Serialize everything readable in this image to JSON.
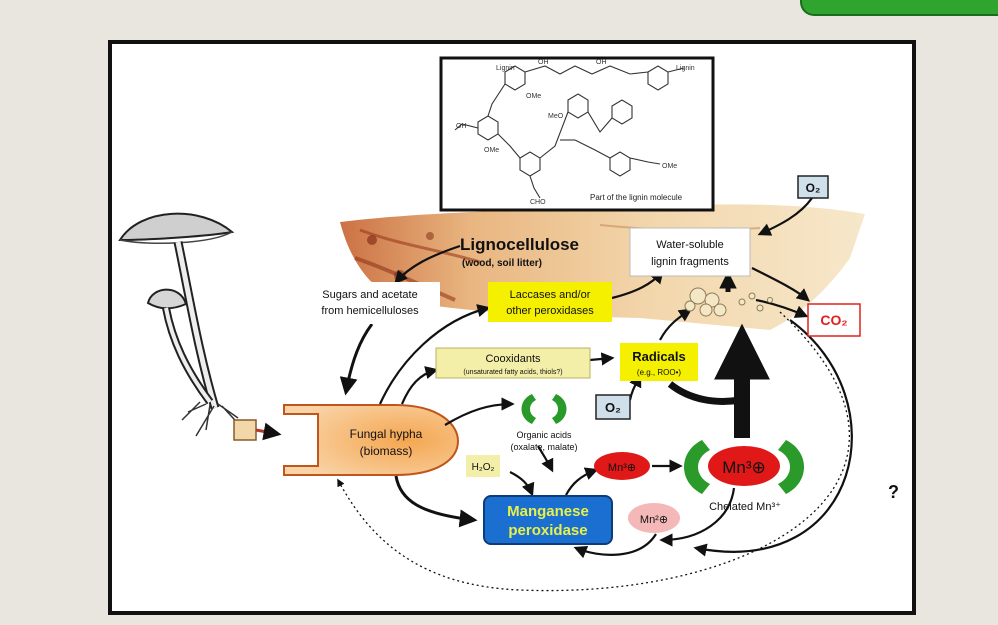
{
  "lignin_inset": {
    "caption": "Part of the lignin molecule",
    "labels": [
      "Lignin",
      "Lignin",
      "OH",
      "OH",
      "OH",
      "OMe",
      "MeO",
      "OMe",
      "CHO",
      "OMe"
    ]
  },
  "nodes": {
    "o2_top": "O₂",
    "lignocellulose_title": "Lignocellulose",
    "lignocellulose_sub": "(wood, soil litter)",
    "water_soluble_1": "Water-soluble",
    "water_soluble_2": "lignin fragments",
    "sugars_1": "Sugars and acetate",
    "sugars_2": "from hemicelluloses",
    "laccases_1": "Laccases and/or",
    "laccases_2": "other peroxidases",
    "co2": "CO₂",
    "cooxidants_1": "Cooxidants",
    "cooxidants_2": "(unsaturated fatty acids, thiols?)",
    "radicals_1": "Radicals",
    "radicals_2": "(e.g., ROO•)",
    "o2_mid": "O₂",
    "organic_acids_1": "Organic acids",
    "organic_acids_2": "(oxalate, malate)",
    "fungal_hypha_1": "Fungal hypha",
    "fungal_hypha_2": "(biomass)",
    "h2o2": "H₂O₂",
    "mn3_small": "Mn³⊕",
    "mn3_big": "Mn³⊕",
    "chelated": "Chelated Mn³⁺",
    "mnp_1": "Manganese",
    "mnp_2": "peroxidase",
    "mn2": "Mn²⊕",
    "question": "?"
  },
  "colors": {
    "yellow_box": "#f4f000",
    "pale_yellow_box": "#f3efa8",
    "mnp_fill": "#1a6fd0",
    "mnp_text": "#e8f04a",
    "mn3_fill": "#e01818",
    "mn2_fill": "#f4b8b8",
    "chelate_green": "#2a9a2a",
    "o2_fill": "#cfe0ea",
    "co2_text": "#e0201c",
    "hypha_fill": "#f29a3e"
  }
}
